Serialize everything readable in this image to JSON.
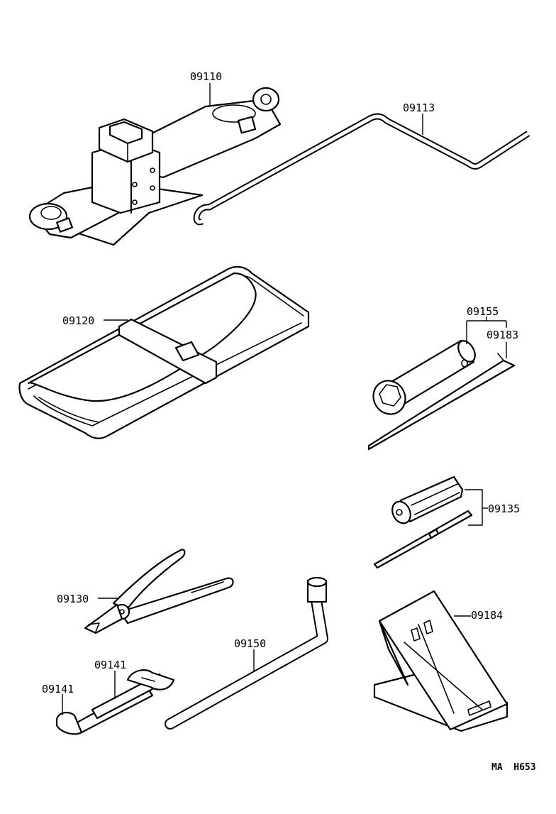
{
  "parts": {
    "jack": "09110",
    "jack_handle": "09113",
    "tool_bag": "09120",
    "wheel_nut_wrench": "09155",
    "handle_bar": "09183",
    "screwdriver": "09135",
    "pliers": "09130",
    "lug_wrench": "09150",
    "wrench_upper": "09141",
    "wrench_lower": "09141",
    "wheel_chock": "09184"
  },
  "footer_code": "MA  H653"
}
